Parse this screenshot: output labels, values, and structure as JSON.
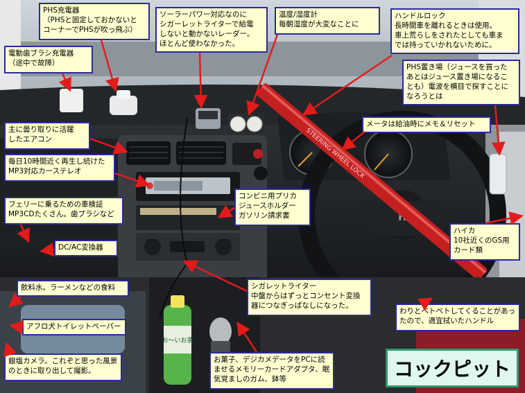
{
  "title": "コックピット",
  "labels": {
    "phs_charger": "PHS充電器\n（PHSと固定しておかないと\nコーナーでPHSが吹っ飛ぶ）",
    "solar_radar": "ソーラーパワー対応なのに\nシガーレットライターで給電\nしないと動かないレーダー。\nほとんど使わなかった。",
    "temp_meter": "温度/湿度計\n毎朝湿度が大変なことに",
    "handle_lock": "ハンドルロック\n長時間車を離れるときは使用。\n車上荒らしをされたとしても車ま\nでは持っていかれないために。",
    "toothbrush": "電動歯ブラシ充電器\n（途中で故障）",
    "phs_place": "PHS置き場（ジュースを買った\nあとはジュース置き場になるこ\nとも）電波を横目で探すことに\nなろうとは",
    "aircon": "主に曇り取りに活躍\nしたエアコン",
    "meter_reset": "メータは給油時にメモ＆リセット",
    "stereo": "毎日10時間近く再生し続けた\nMP3対応カーステレオ",
    "convenience": "コンビニ用プリカ\nジュースホルダー\nガソリン請求書",
    "ferry": "フェリーに乗るための車検証\nMP3CDたくさん。歯ブラシなど",
    "highway": "ハイカ\n10社近くのGS用\nカード類",
    "dcac": "DC/AC変換器",
    "water": "飲料水。ラーメンなどの食料",
    "cigarette": "シガレットライター\n中盤からはずっとコンセント変換\n器につなぎっぱなしになった。",
    "sticky_handle": "わりとベトベトしてくることがあっ\nたので、適宜拭いたハンドル",
    "toilet_paper": "アフロ犬トイレットペーパー",
    "camera": "銀塩カメラ。これぞと思った風景\nのときに取り出して撮影。",
    "snacks": "お菓子、デジカメデータをPCに読\nませるメモリーカードアダプタ、眠\n気覚ましのガム、鉢等"
  },
  "stickers": {
    "steering_lock_text": "STEERING WHEEL LOCK",
    "tea_bottle": "お〜いお茶"
  },
  "colors": {
    "label_bg": "#ffffd0",
    "label_border": "#2a2a9e",
    "arrow": "#e41b1b",
    "title_bg": "#dff7ef",
    "title_border": "#2e9b6e"
  }
}
